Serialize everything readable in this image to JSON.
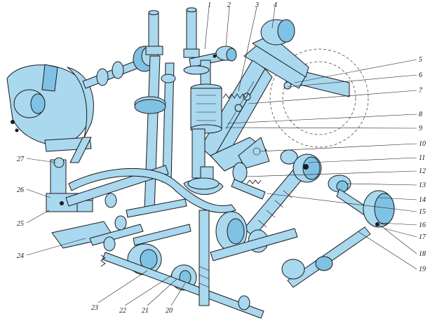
{
  "diagram": {
    "colors": {
      "part_fill": "#a9d8ef",
      "part_shade": "#7fc2e3",
      "outline": "#1a1a1a",
      "background": "#ffffff"
    },
    "labels": [
      "1",
      "2",
      "3",
      "4",
      "5",
      "6",
      "7",
      "8",
      "9",
      "10",
      "11",
      "12",
      "13",
      "14",
      "15",
      "16",
      "17",
      "18",
      "19",
      "20",
      "21",
      "22",
      "23",
      "24",
      "25",
      "26",
      "27"
    ]
  }
}
